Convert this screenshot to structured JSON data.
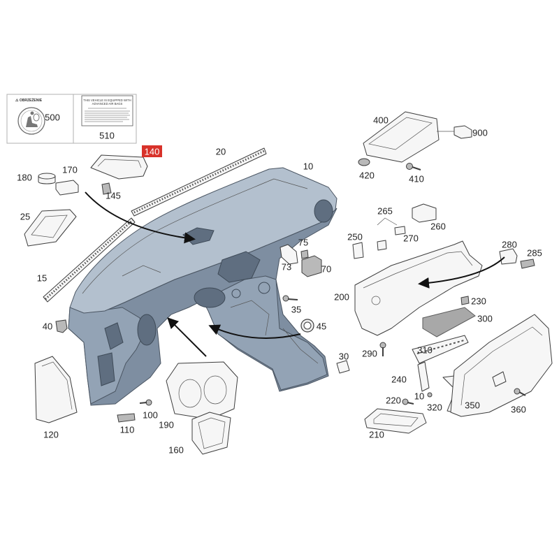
{
  "diagram": {
    "callouts": [
      "500",
      "510",
      "140",
      "20",
      "10",
      "170",
      "180",
      "145",
      "25",
      "15",
      "40",
      "120",
      "110",
      "100",
      "190",
      "160",
      "400",
      "900",
      "420",
      "410",
      "265",
      "260",
      "250",
      "270",
      "75",
      "73",
      "70",
      "35",
      "45",
      "30",
      "280",
      "285",
      "200",
      "230",
      "300",
      "290",
      "310",
      "240",
      "220",
      "10",
      "320",
      "350",
      "360",
      "210"
    ],
    "warning_label_title": "⚠ OBRZEŻENIE",
    "airbag_notice": [
      "THIS VEHICLE IS EQUIPPED WITH",
      "ADVANCED AIR BAGS"
    ]
  },
  "colors": {
    "highlight": "#d8322a",
    "dash_top": "#b3c0ce",
    "dash_body": "#7e8ea1",
    "line": "#333333"
  }
}
